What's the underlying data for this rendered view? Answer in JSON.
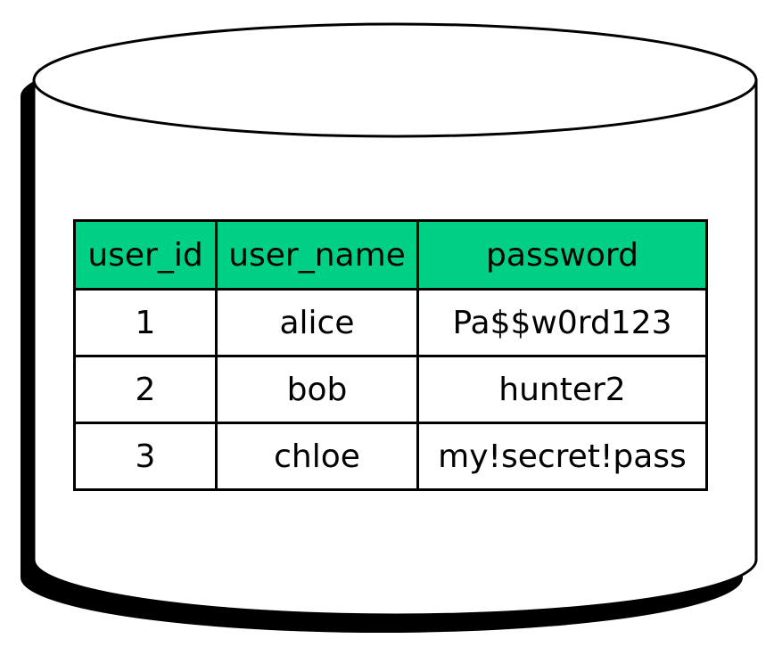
{
  "colors": {
    "header_fill": "#00d084",
    "border": "#000000",
    "shadow": "#000000",
    "cylinder_fill": "#ffffff"
  },
  "table": {
    "columns": [
      "user_id",
      "user_name",
      "password"
    ],
    "rows": [
      [
        "1",
        "alice",
        "Pa$$w0rd123"
      ],
      [
        "2",
        "bob",
        "hunter2"
      ],
      [
        "3",
        "chloe",
        "my!secret!pass"
      ]
    ]
  }
}
